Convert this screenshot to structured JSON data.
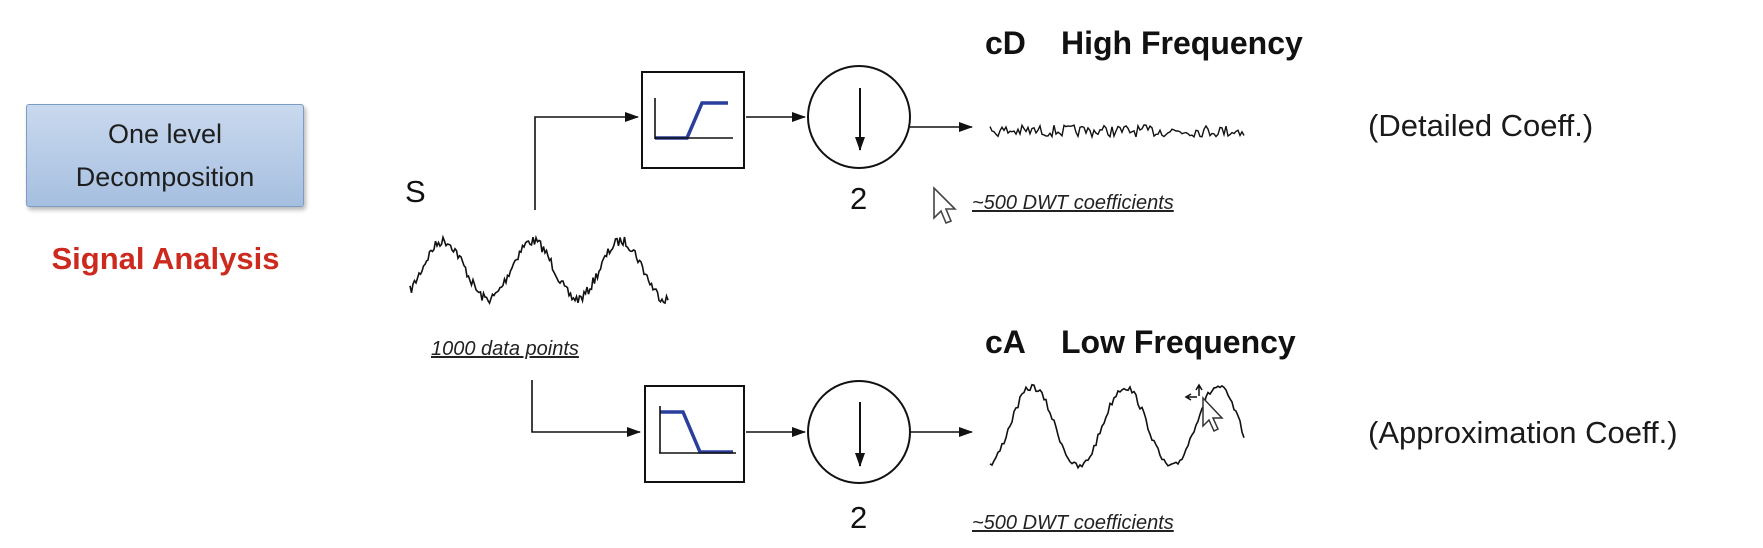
{
  "title_box": {
    "line1": "One level",
    "line2": "Decomposition"
  },
  "subtitle": "Signal Analysis",
  "signal": {
    "label": "S",
    "caption": "1000 data points"
  },
  "detail": {
    "header_code": "cD",
    "header_name": "High Frequency",
    "coefficient_label": "(Detailed Coeff.)",
    "caption": "~500 DWT coefficients",
    "downsample_factor": "2"
  },
  "approx": {
    "header_code": "cA",
    "header_name": "Low Frequency",
    "coefficient_label": "(Approximation Coeff.)",
    "caption": "~500 DWT coefficients",
    "downsample_factor": "2"
  },
  "colors": {
    "accent_red": "#cc2a1f",
    "filter_blue": "#2a3e9c",
    "box_blue": "#b8cde8"
  },
  "icons": [
    "arrow-pointer-icon",
    "move-cursor-icon"
  ]
}
